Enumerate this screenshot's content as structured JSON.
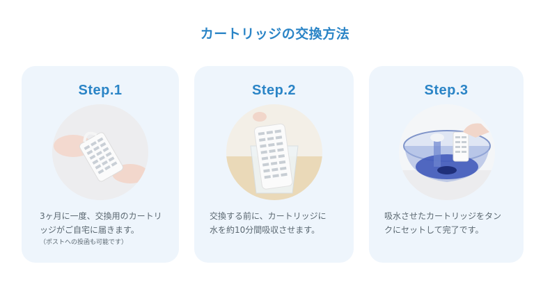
{
  "title": "カートリッジの交換方法",
  "colors": {
    "accent": "#2a84c6",
    "card_bg": "#eef5fc",
    "text": "#5a6770"
  },
  "steps": [
    {
      "label": "Step.1",
      "image": "hands-holding-cartridge",
      "desc_line1": "3ヶ月に一度、交換用のカートリ",
      "desc_line2": "ッジがご自宅に届きます。",
      "note": "（ポストへの投函も可能です）"
    },
    {
      "label": "Step.2",
      "image": "cartridge-in-water-glass",
      "desc_line1": "交換する前に、カートリッジに",
      "desc_line2": "水を約10分間吸収させます。"
    },
    {
      "label": "Step.3",
      "image": "cartridge-into-tank",
      "desc_line1": "吸水させたカートリッジをタン",
      "desc_line2": "クにセットして完了です。"
    }
  ]
}
